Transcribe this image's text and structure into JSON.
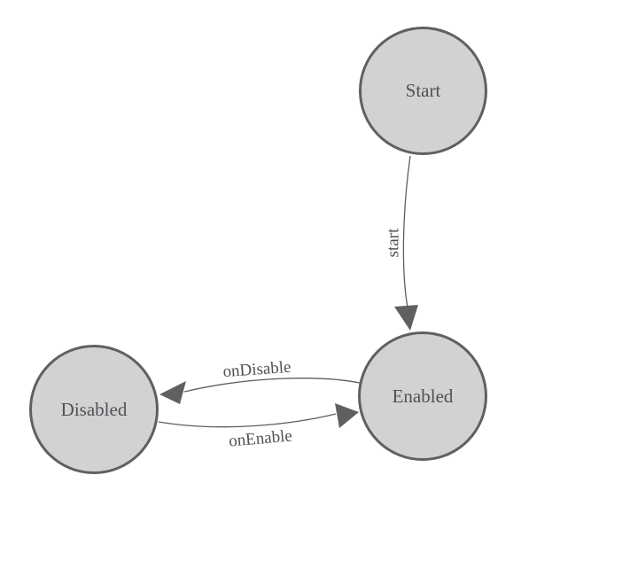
{
  "diagram": {
    "type": "state-machine",
    "background_color": "#ffffff",
    "colors": {
      "node_fill": "#d2d2d2",
      "node_stroke": "#606060",
      "edge_stroke": "#5e5e5e",
      "arrowhead_fill": "#606060",
      "text": "#4f5156"
    },
    "nodes": [
      {
        "id": "start",
        "label": "Start"
      },
      {
        "id": "enabled",
        "label": "Enabled"
      },
      {
        "id": "disabled",
        "label": "Disabled"
      }
    ],
    "edges": [
      {
        "from": "Start",
        "to": "Enabled",
        "label": "start"
      },
      {
        "from": "Enabled",
        "to": "Disabled",
        "label": "onDisable"
      },
      {
        "from": "Disabled",
        "to": "Enabled",
        "label": "onEnable"
      }
    ]
  }
}
